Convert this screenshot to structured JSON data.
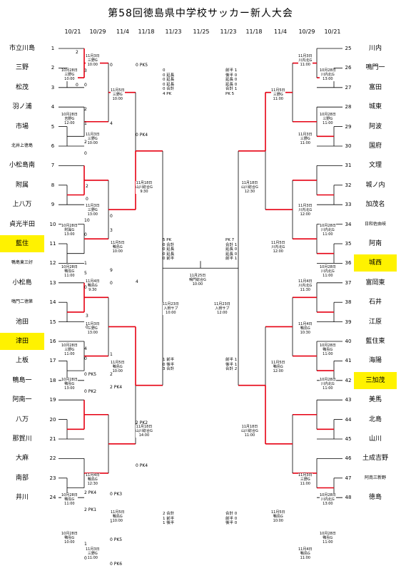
{
  "title": "第58回徳島県中学校サッカー新人大会",
  "dates": [
    "10/21",
    "10/29",
    "11/4",
    "11/18",
    "11/23",
    "11/25",
    "11/23",
    "11/18",
    "11/4",
    "10/29",
    "10/21"
  ],
  "colors": {
    "win": "#e60012",
    "line": "#000000",
    "highlight": "#fff200"
  },
  "left_teams": [
    {
      "seed": "1",
      "name": "市立川島"
    },
    {
      "seed": "2",
      "name": "三野"
    },
    {
      "seed": "3",
      "name": "松茂"
    },
    {
      "seed": "4",
      "name": "羽ノ浦"
    },
    {
      "seed": "5",
      "name": "市場"
    },
    {
      "seed": "6",
      "name": "北井上徳島"
    },
    {
      "seed": "7",
      "name": "小松島南"
    },
    {
      "seed": "8",
      "name": "附属"
    },
    {
      "seed": "9",
      "name": "上八万"
    },
    {
      "seed": "10",
      "name": "貞光半田"
    },
    {
      "seed": "11",
      "name": "藍住"
    },
    {
      "seed": "12",
      "name": "鴨島東三好"
    },
    {
      "seed": "13",
      "name": "小松島"
    },
    {
      "seed": "14",
      "name": "鳴門二徳第"
    },
    {
      "seed": "15",
      "name": "池田"
    },
    {
      "seed": "16",
      "name": "津田"
    },
    {
      "seed": "17",
      "name": "上板"
    },
    {
      "seed": "18",
      "name": "鴨島一"
    },
    {
      "seed": "19",
      "name": "阿南一"
    },
    {
      "seed": "20",
      "name": "八万"
    },
    {
      "seed": "21",
      "name": "那賀川"
    },
    {
      "seed": "22",
      "name": "大麻"
    },
    {
      "seed": "23",
      "name": "南部"
    },
    {
      "seed": "24",
      "name": "井川"
    }
  ],
  "right_teams": [
    {
      "seed": "25",
      "name": "川内"
    },
    {
      "seed": "26",
      "name": "鳴門一"
    },
    {
      "seed": "27",
      "name": "富田"
    },
    {
      "seed": "28",
      "name": "城東"
    },
    {
      "seed": "29",
      "name": "阿波"
    },
    {
      "seed": "30",
      "name": "国府"
    },
    {
      "seed": "31",
      "name": "文理"
    },
    {
      "seed": "32",
      "name": "城ノ内"
    },
    {
      "seed": "33",
      "name": "加茂名"
    },
    {
      "seed": "34",
      "name": "日和佐由岐"
    },
    {
      "seed": "35",
      "name": "阿南"
    },
    {
      "seed": "36",
      "name": "城西"
    },
    {
      "seed": "37",
      "name": "富岡東"
    },
    {
      "seed": "38",
      "name": "石井"
    },
    {
      "seed": "39",
      "name": "江原"
    },
    {
      "seed": "40",
      "name": "藍住東"
    },
    {
      "seed": "41",
      "name": "海陽"
    },
    {
      "seed": "42",
      "name": "三加茂"
    },
    {
      "seed": "43",
      "name": "美馬"
    },
    {
      "seed": "44",
      "name": "北島"
    },
    {
      "seed": "45",
      "name": "山川"
    },
    {
      "seed": "46",
      "name": "土成吉野"
    },
    {
      "seed": "47",
      "name": "阿南三新野"
    },
    {
      "seed": "48",
      "name": "徳島"
    }
  ],
  "highlighted": [
    "藍住",
    "津田",
    "城西",
    "三加茂"
  ],
  "match_info": {
    "m1029_l1": [
      "10月28日",
      "三野G",
      "10:00"
    ],
    "m113_l1": [
      "11月3日",
      "三野G",
      "10:00"
    ],
    "m1028_l2": [
      "10月28日",
      "吉野G",
      "12:00"
    ],
    "m113_l2": [
      "11月3日",
      "三野G",
      "10:00"
    ],
    "m115_l1": [
      "11月5日",
      "三野G",
      "10:00"
    ],
    "m113_l3": [
      "11月3日",
      "三野G",
      "13:00"
    ],
    "m1028_l3": [
      "10月28日",
      "附属G",
      "13:00"
    ],
    "m1028_l4": [
      "10月28日",
      "鴨島G",
      "11:00"
    ],
    "m114_l4": [
      "11月4日",
      "鴨島G",
      "9:30"
    ],
    "m115_l2": [
      "11月5日",
      "鴨島G",
      "10:00"
    ],
    "m1118_l1": [
      "11月18日",
      "山川総合G",
      "9:30"
    ],
    "m113_l5": [
      "11月3日",
      "三野G",
      "13:00"
    ],
    "m1028_l5": [
      "10月28日",
      "三野G",
      "11:00"
    ],
    "m1028_l6": [
      "10月28日",
      "鴨島G",
      "13:00"
    ],
    "m115_l3": [
      "11月5日",
      "鴨島G",
      "10:00"
    ],
    "m114_l7": [
      "11月4日",
      "鴨島G",
      "12:30"
    ],
    "m1028_l7": [
      "10月28日",
      "鴨島G",
      "11:00"
    ],
    "m115_l4": [
      "11月5日",
      "鴨島G",
      "10:00"
    ],
    "m1028_l8": [
      "10月28日",
      "鴨島G",
      "10:00"
    ],
    "m113_l8": [
      "11月3日",
      "三野G",
      "11:00"
    ],
    "m1118_l2": [
      "11月18日",
      "山川総合G",
      "14:00"
    ],
    "m1123_l": [
      "11月23日",
      "入田サブ",
      "10:00"
    ],
    "m1125": [
      "11月25日",
      "鳴門総合G",
      "10:00"
    ],
    "m1123_r": [
      "11月23日",
      "入田サブ",
      "12:00"
    ],
    "m113_r1": [
      "11月3日",
      "川内北G",
      "11:00"
    ],
    "m1028_r1": [
      "10月28日",
      "川内北G",
      "13:00"
    ],
    "m113_r2": [
      "11月3日",
      "三野G",
      "11:00"
    ],
    "m1028_r2": [
      "10月28日",
      "三野G",
      "11:00"
    ],
    "m115_r1": [
      "11月5日",
      "三野G",
      "11:00"
    ],
    "m1118_r1": [
      "11月18日",
      "山川総合G",
      "12:30"
    ],
    "m113_r3": [
      "11月3日",
      "川内北G",
      "12:00"
    ],
    "m1028_r3": [
      "10月28日",
      "川内北G",
      "11:00"
    ],
    "m115_r2": [
      "11月5日",
      "川内北G",
      "12:00"
    ],
    "m1028_r4": [
      "10月28日",
      "川内北G",
      "11:00"
    ],
    "m114_r4": [
      "11月4日",
      "川内北G",
      "11:30"
    ],
    "m114_r5": [
      "11月4日",
      "鴨島G",
      "10:30"
    ],
    "m1028_r5": [
      "10月28日",
      "鴨島G",
      "11:00"
    ],
    "m1028_r6": [
      "10月28日",
      "川内北G",
      "11:00"
    ],
    "m115_r3": [
      "11月5日",
      "鴨島G",
      "12:00"
    ],
    "m1118_r2": [
      "11月18日",
      "山川総合G",
      "11:00"
    ],
    "m113_r7": [
      "11月3日",
      "三野G",
      "11:00"
    ],
    "m1028_r7": [
      "10月28日",
      "川内北G",
      "13:00"
    ],
    "m115_r4": [
      "11月5日",
      "鴨島G",
      "10:00"
    ],
    "m1028_r8": [
      "10月28日",
      "鴨島G",
      "11:00"
    ],
    "m114_r8": [
      "11月4日",
      "鴨島G",
      "11:00"
    ]
  },
  "pk_notes": {
    "l_q1": [
      "0",
      "0 延長",
      "0 延長",
      "0 延長",
      "0 合計",
      "4 PK"
    ],
    "l_q2": [
      "5 PK",
      "0 合計",
      "0 延長",
      "0 延長",
      "0 前半"
    ],
    "l_q3": [
      "1 前半",
      "0 後半",
      "3 合計"
    ],
    "l_q4": [
      "2 合計",
      "1 前半",
      "1 後半"
    ],
    "r_q1": [
      "前半 1",
      "後半 0",
      "延長 0",
      "延長 0",
      "合計 1",
      "PK 5"
    ],
    "r_q2": [
      "PK 7",
      "合計 1",
      "延長 0",
      "延長 0",
      "前半 1"
    ],
    "r_q3": [
      "前半 1",
      "後半 1",
      "合計 2"
    ],
    "r_q4": [
      "合計 0",
      "前半 0",
      "後半 0"
    ]
  },
  "scores": [
    {
      "id": "s1",
      "text": "2"
    },
    {
      "id": "s2",
      "text": "0"
    },
    {
      "id": "s3",
      "text": "3"
    },
    {
      "id": "s4",
      "text": "0"
    },
    {
      "id": "s5",
      "text": "0"
    },
    {
      "id": "s6",
      "text": "4"
    },
    {
      "id": "s7",
      "text": "2"
    },
    {
      "id": "s8",
      "text": "1"
    },
    {
      "id": "s9",
      "text": "2"
    },
    {
      "id": "s10",
      "text": "0"
    },
    {
      "id": "s11",
      "text": "0 PK5"
    },
    {
      "id": "s12",
      "text": "0 PK4"
    },
    {
      "id": "s13",
      "text": "2"
    },
    {
      "id": "s14",
      "text": "0"
    },
    {
      "id": "s15",
      "text": "10"
    },
    {
      "id": "s16",
      "text": "0"
    },
    {
      "id": "s17",
      "text": "3"
    },
    {
      "id": "s18",
      "text": "1"
    },
    {
      "id": "s19",
      "text": "5"
    },
    {
      "id": "s20",
      "text": "0"
    },
    {
      "id": "s21",
      "text": "9"
    },
    {
      "id": "s22",
      "text": "0"
    },
    {
      "id": "s23",
      "text": "0"
    },
    {
      "id": "s24",
      "text": "4"
    },
    {
      "id": "s25",
      "text": "3"
    },
    {
      "id": "s26",
      "text": "0"
    },
    {
      "id": "s27",
      "text": "4"
    },
    {
      "id": "s28",
      "text": "0"
    },
    {
      "id": "s29",
      "text": "1"
    },
    {
      "id": "s30",
      "text": "0 PK5"
    },
    {
      "id": "s31",
      "text": "0 PK2"
    },
    {
      "id": "s32",
      "text": "2"
    },
    {
      "id": "s33",
      "text": "2 PK4"
    },
    {
      "id": "s34",
      "text": "2 PK2"
    },
    {
      "id": "s35",
      "text": "0 PK4"
    },
    {
      "id": "s36",
      "text": "2 PK4"
    },
    {
      "id": "s37",
      "text": "2 PK1"
    },
    {
      "id": "s38",
      "text": "0 PK3"
    },
    {
      "id": "s39",
      "text": "1"
    },
    {
      "id": "s40",
      "text": "0 PK5"
    },
    {
      "id": "s41",
      "text": "0 PK6"
    },
    {
      "id": "s42",
      "text": "1"
    },
    {
      "id": "s43",
      "text": "0"
    }
  ]
}
